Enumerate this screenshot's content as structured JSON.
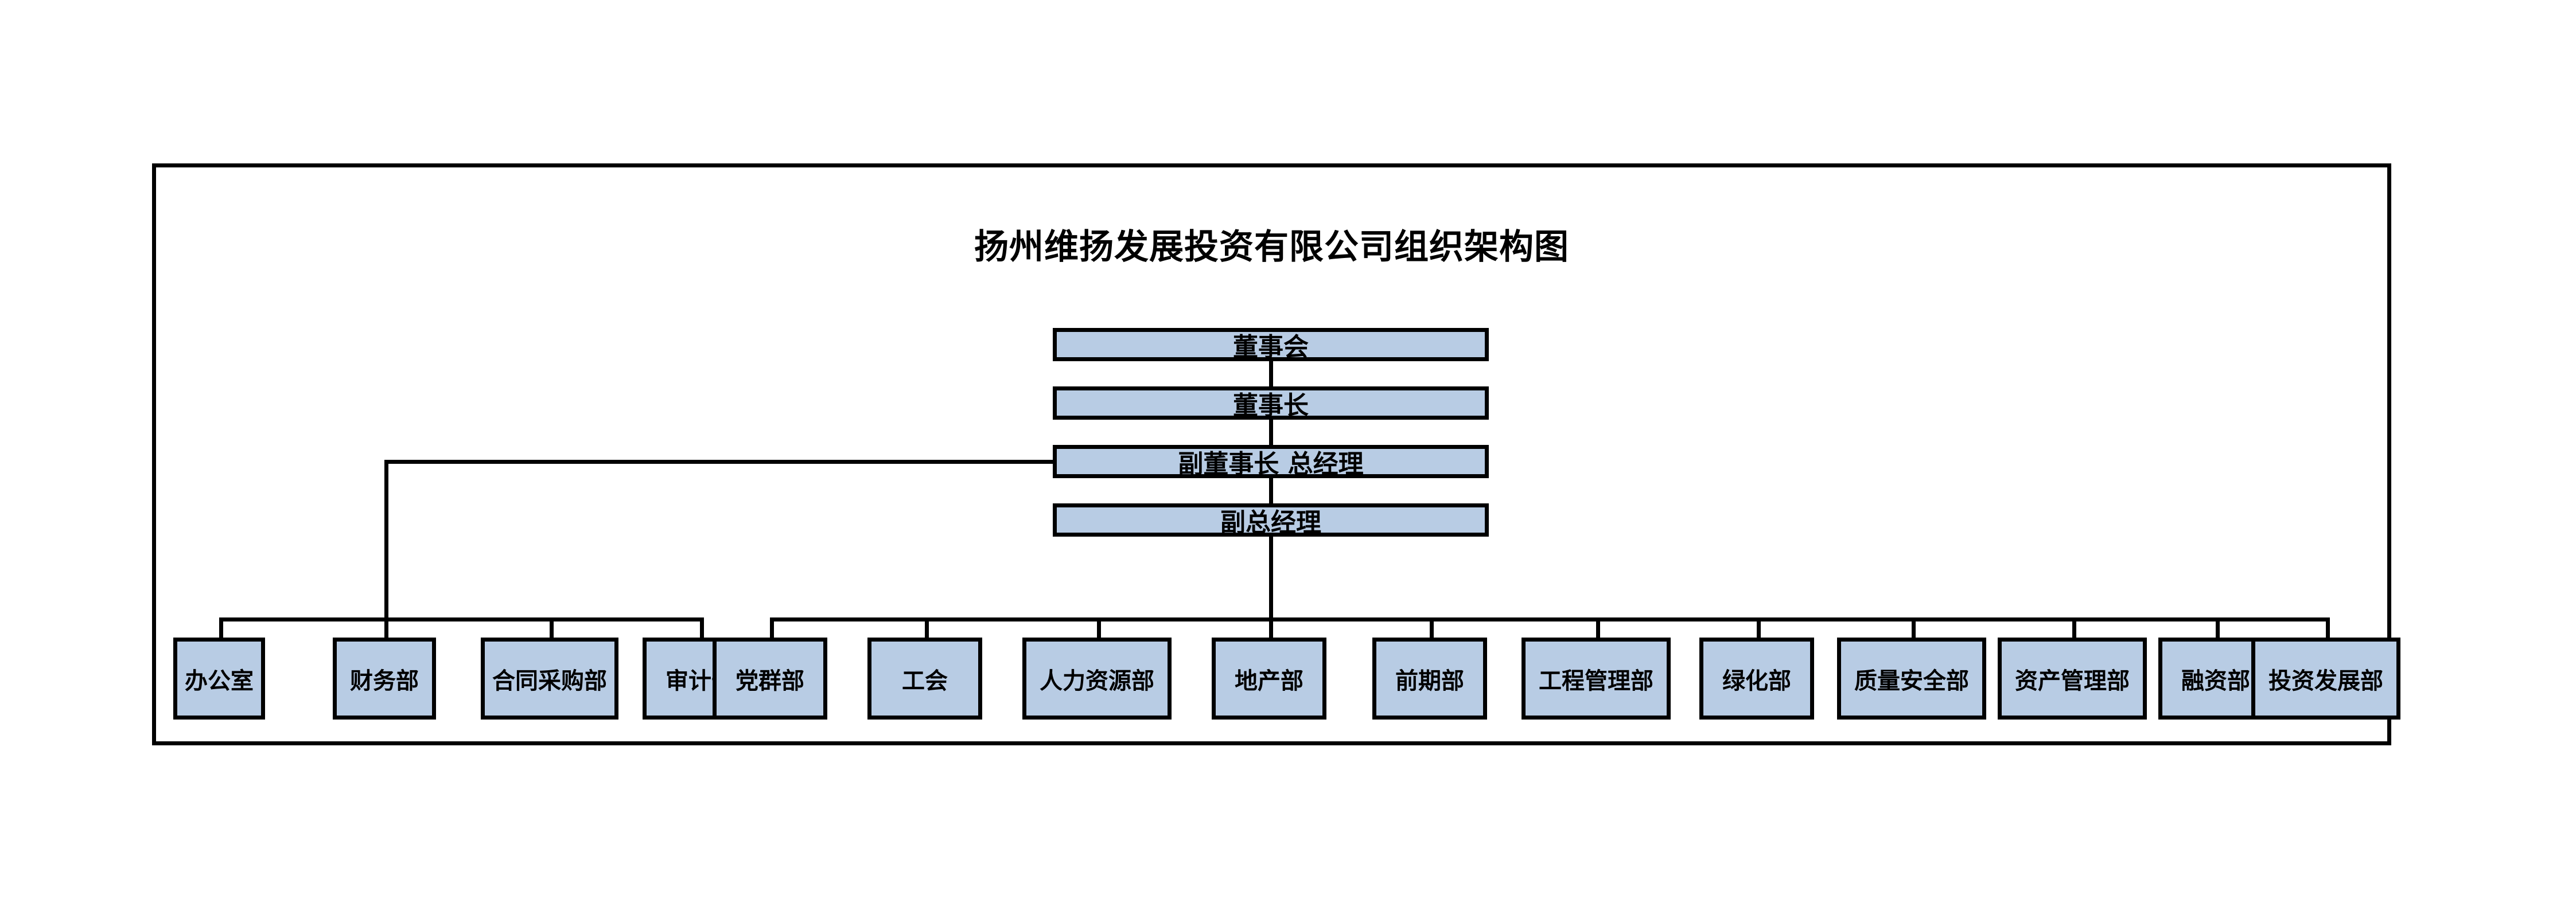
{
  "document": {
    "title": "扬州维扬发展投资有限公司组织架构图"
  },
  "chart_data": {
    "type": "diagram",
    "diagram_kind": "organizational-chart",
    "title": "扬州维扬发展投资有限公司组织架构图",
    "orientation": "top-down",
    "colors": {
      "node_fill": "#b8cce4",
      "node_border": "#000000",
      "frame_border": "#000000",
      "text": "#000000",
      "background": "#ffffff"
    },
    "chain": [
      {
        "id": "board",
        "label": "董事会"
      },
      {
        "id": "chairman",
        "label": "董事长"
      },
      {
        "id": "vicechair_gm",
        "label": "副董事长 总经理"
      },
      {
        "id": "deputy_gm",
        "label": "副总经理"
      }
    ],
    "groups": [
      {
        "id": "left-group",
        "parent": "vicechair_gm",
        "departments": [
          {
            "label": "办公室"
          },
          {
            "label": "财务部"
          },
          {
            "label": "合同采购部"
          },
          {
            "label": "审计部"
          }
        ]
      },
      {
        "id": "right-group",
        "parent": "deputy_gm",
        "departments": [
          {
            "label": "党群部"
          },
          {
            "label": "工会"
          },
          {
            "label": "人力资源部"
          },
          {
            "label": "地产部"
          },
          {
            "label": "前期部"
          },
          {
            "label": "工程管理部"
          },
          {
            "label": "绿化部"
          },
          {
            "label": "质量安全部"
          },
          {
            "label": "资产管理部"
          },
          {
            "label": "融资部"
          },
          {
            "label": "投资发展部"
          }
        ]
      }
    ],
    "edges": [
      {
        "from": "board",
        "to": "chairman",
        "style": "vertical"
      },
      {
        "from": "chairman",
        "to": "vicechair_gm",
        "style": "vertical"
      },
      {
        "from": "vicechair_gm",
        "to": "deputy_gm",
        "style": "vertical"
      },
      {
        "from": "vicechair_gm",
        "to": "left-group",
        "style": "left-elbow-bus"
      },
      {
        "from": "deputy_gm",
        "to": "right-group",
        "style": "bus"
      }
    ]
  },
  "chain": {
    "board": "董事会",
    "chairman": "董事长",
    "vicechair_gm": "副董事长 总经理",
    "deputy_gm": "副总经理"
  },
  "departments": {
    "d0": "办公室",
    "d1": "财务部",
    "d2": "合同采购部",
    "d3": "审计部",
    "d4": "党群部",
    "d5": "工会",
    "d6": "人力资源部",
    "d7": "地产部",
    "d8": "前期部",
    "d9": "工程管理部",
    "d10": "绿化部",
    "d11": "质量安全部",
    "d12": "资产管理部",
    "d13": "融资部",
    "d14": "投资发展部"
  }
}
